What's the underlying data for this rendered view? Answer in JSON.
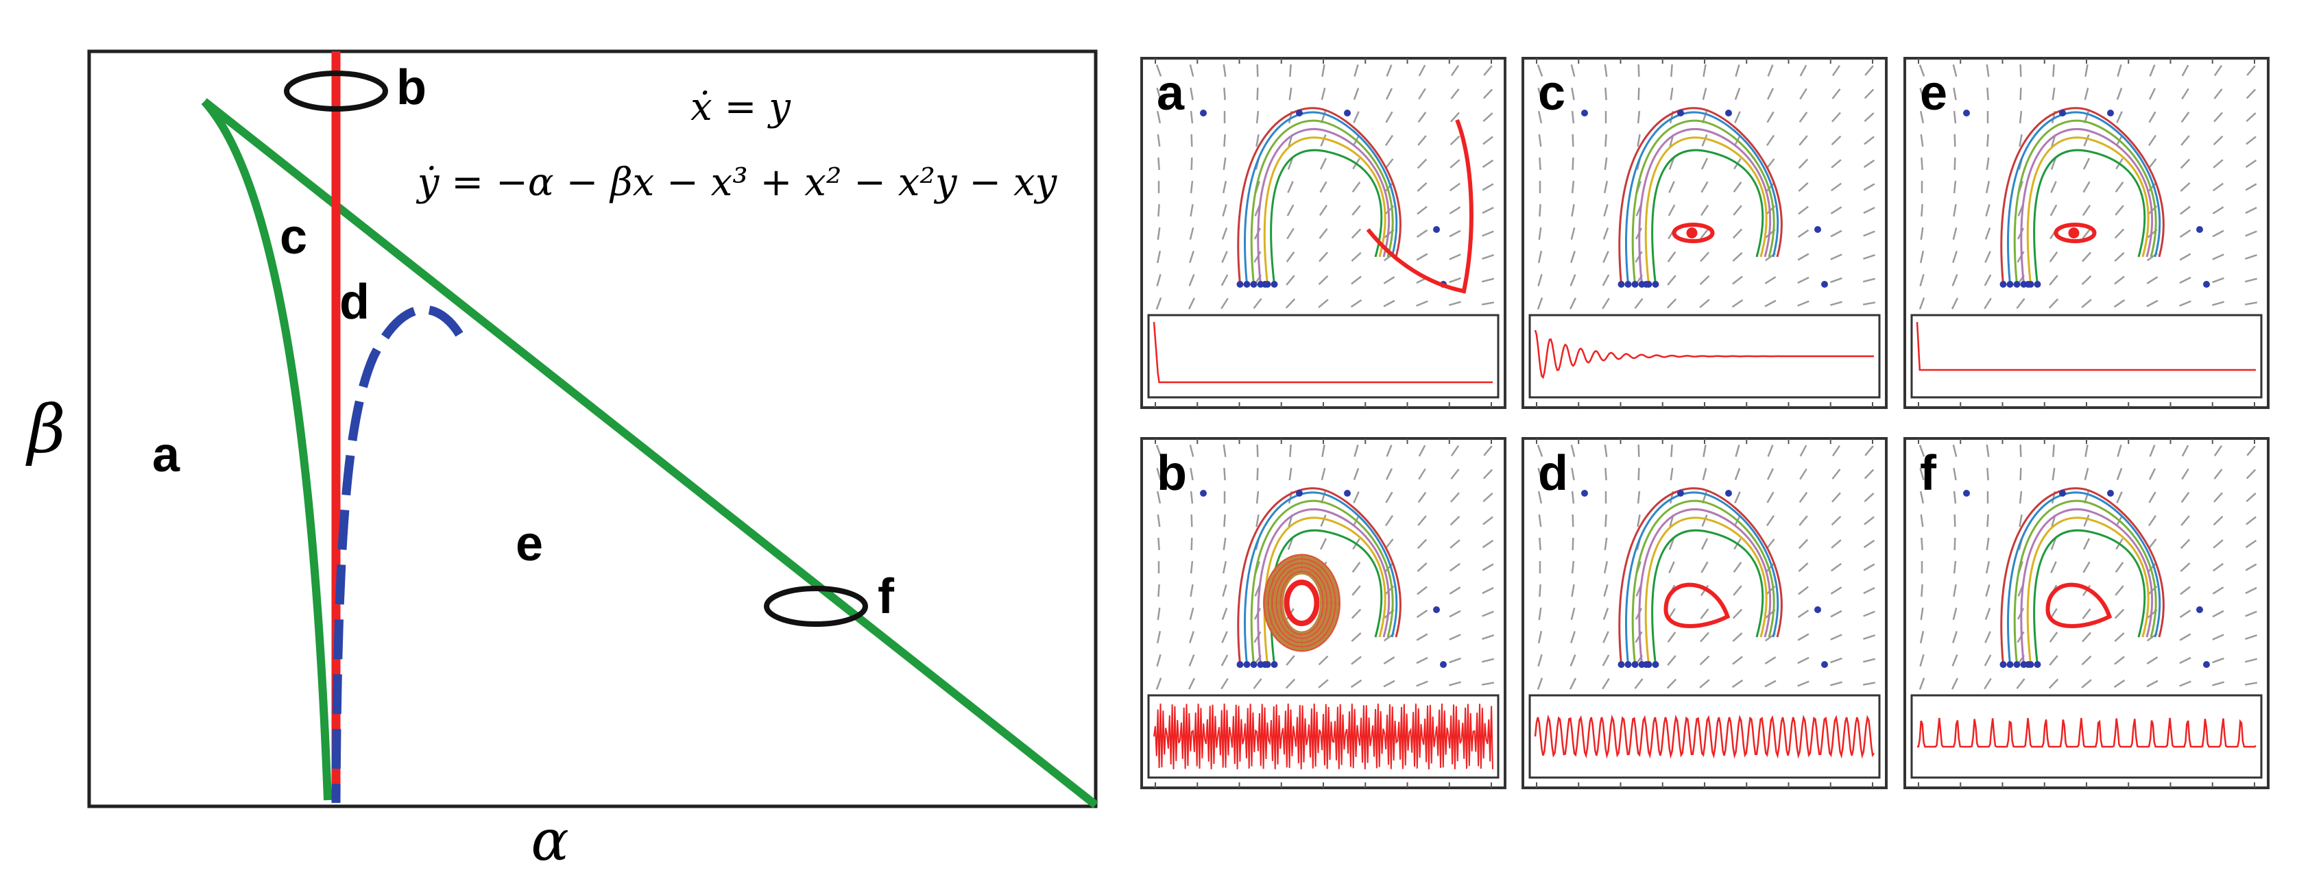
{
  "figure": {
    "main_diagram": {
      "x_axis_label": "α",
      "y_axis_label": "β",
      "equations": {
        "line1": "ẋ = y",
        "line2": "ẏ = −α − βx − x³ + x² − x²y − xy"
      },
      "region_labels": {
        "a": "a",
        "b": "b",
        "c": "c",
        "d": "d",
        "e": "e",
        "f": "f"
      },
      "colors": {
        "boundary_green": "#1f9a3c",
        "vertical_red": "#ee2222",
        "dashed_blue": "#2b44a8",
        "frame": "#222222"
      }
    },
    "panels": [
      {
        "label": "a",
        "behavior": "convergent"
      },
      {
        "label": "c",
        "behavior": "damped-oscillation"
      },
      {
        "label": "e",
        "behavior": "spike-then-flat"
      },
      {
        "label": "b",
        "behavior": "dense-oscillation"
      },
      {
        "label": "d",
        "behavior": "regular-oscillation"
      },
      {
        "label": "f",
        "behavior": "spiky-oscillation"
      }
    ]
  }
}
